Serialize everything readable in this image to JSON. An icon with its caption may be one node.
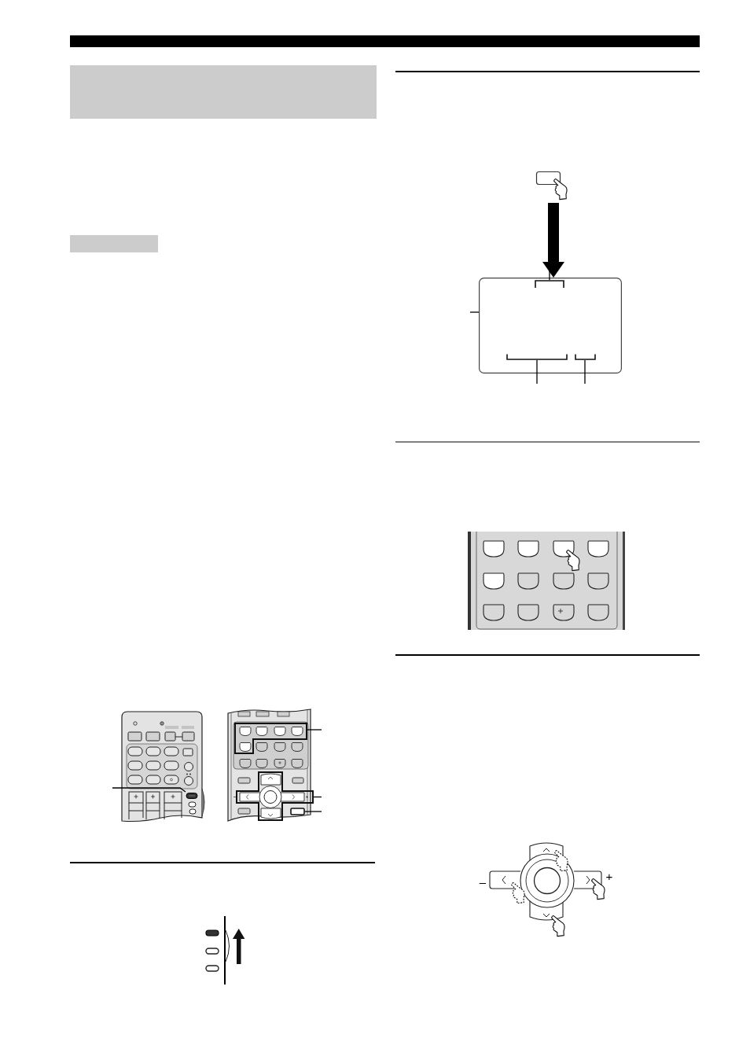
{
  "diagram": {
    "nodes": [
      {
        "text": [],
        "shape": "box"
      },
      {
        "text": [],
        "shape": "box"
      },
      {
        "text": [],
        "shape": "picture"
      },
      {
        "text": [],
        "shape": "box",
        "in": 2
      },
      {
        "text": [],
        "shape": "picture"
      },
      {
        "text": [],
        "shape": "box",
        "in": 4
      },
      {
        "text": [],
        "shape": "box",
        "in": 4
      },
      {
        "text": [],
        "shape": "box",
        "in": 4
      },
      {
        "text": [],
        "shape": "picture"
      },
      {
        "text": [],
        "shape": "box"
      },
      {
        "text": [],
        "shape": "bracket",
        "in": 9
      },
      {
        "text": [],
        "shape": "bracket",
        "in": 9
      },
      {
        "text": [],
        "shape": "bracket",
        "in": 9
      }
    ],
    "edges": [
      {
        "from": null,
        "to": 3,
        "arrow": "none"
      },
      {
        "from": null,
        "to": 5,
        "arrow": "none"
      },
      {
        "from": null,
        "to": 6,
        "arrow": "none"
      },
      {
        "from": null,
        "to": 7,
        "arrow": "none"
      },
      {
        "from": 8,
        "to": 9,
        "arrow": "to",
        "style": "thick"
      },
      {
        "from": null,
        "to": 10,
        "arrow": "none"
      },
      {
        "from": null,
        "to": 9,
        "arrow": "none"
      },
      {
        "from": null,
        "to": 11,
        "arrow": "none"
      },
      {
        "from": null,
        "to": 12,
        "arrow": "none"
      }
    ],
    "labels": [
      "–",
      "+"
    ]
  }
}
